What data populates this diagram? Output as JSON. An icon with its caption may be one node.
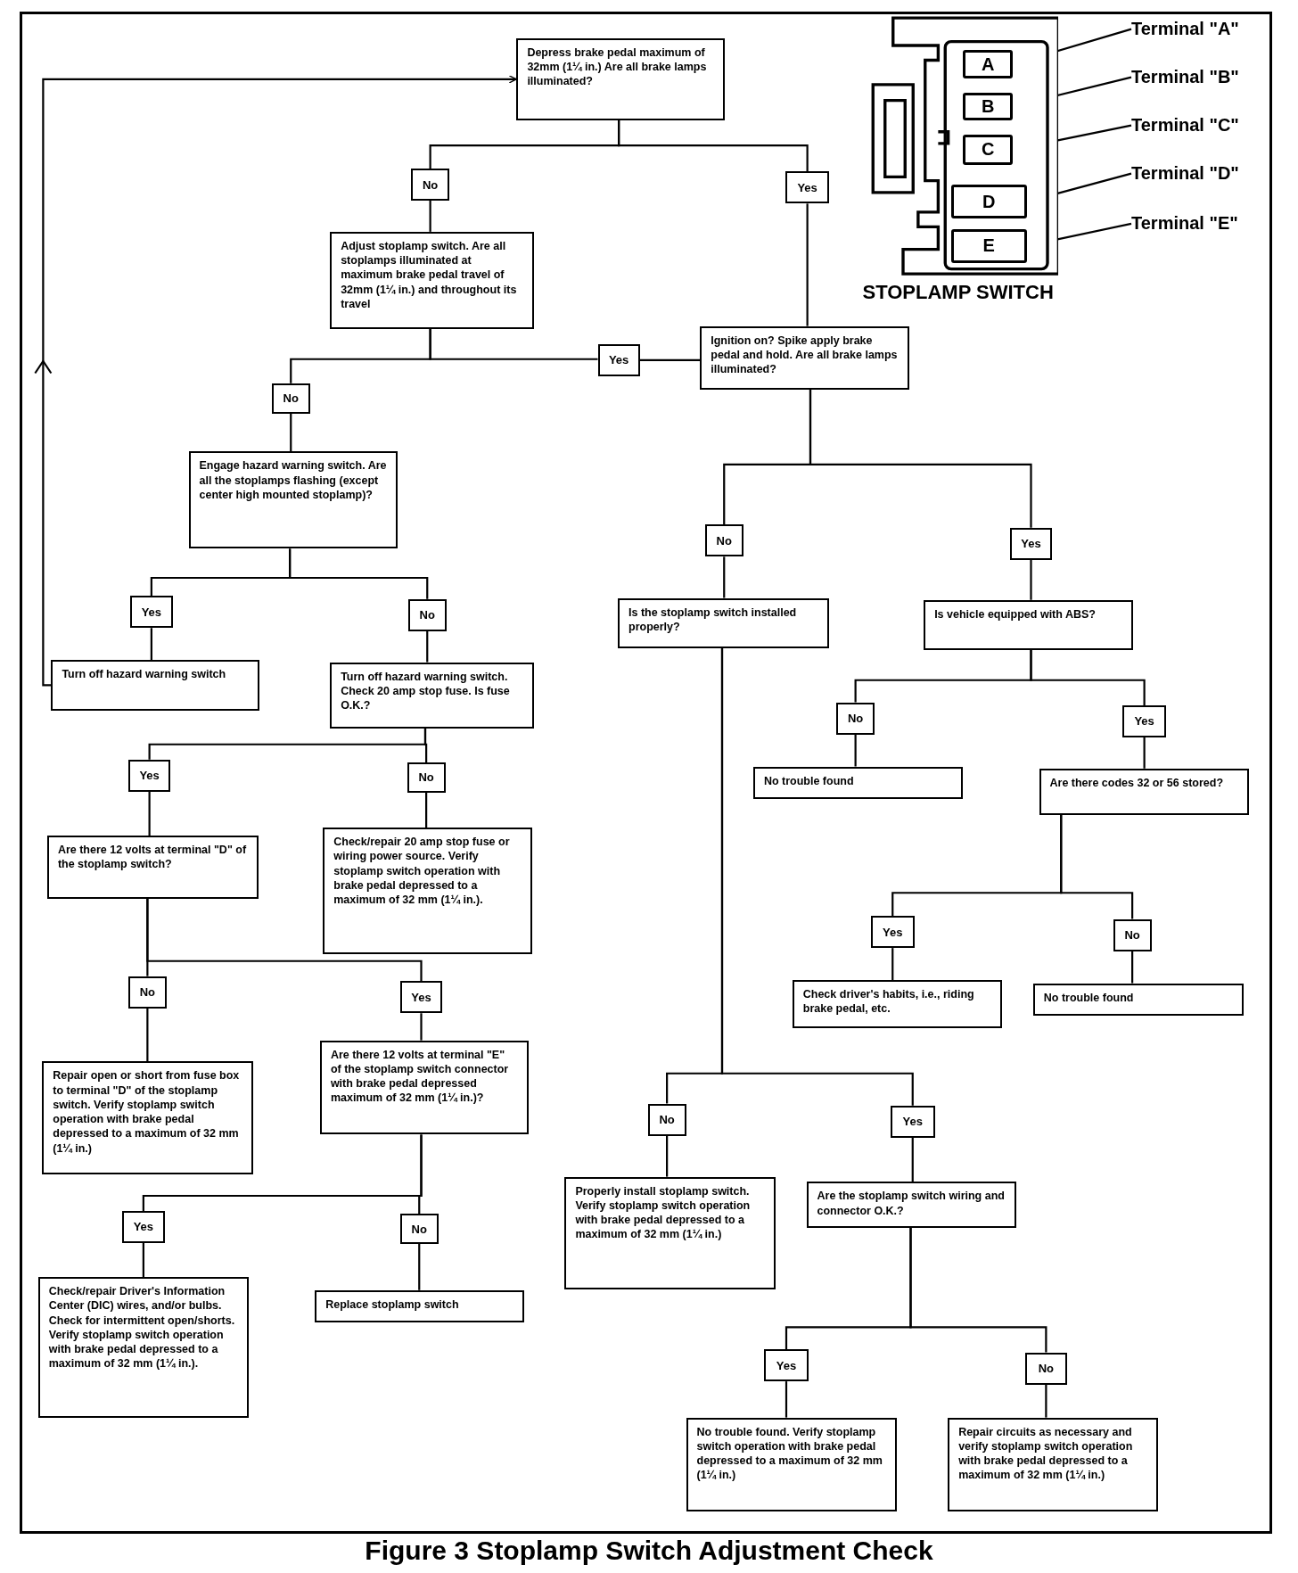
{
  "diagram": {
    "caption": "Figure 3  Stoplamp Switch Adjustment Check",
    "nodes": [
      {
        "text": [
          "Depress brake pedal maximum of 32mm (1¼ in.) Are all brake lamps illuminated?"
        ]
      },
      {
        "text": [
          "No"
        ]
      },
      {
        "text": [
          "Yes"
        ]
      },
      {
        "text": [
          "Adjust stoplamp switch. Are all stoplamps illuminated at maximum brake pedal travel of 32mm (1¼ in.) and throughout its travel"
        ]
      },
      {
        "text": [
          "Ignition on? Spike apply brake pedal and hold. Are all brake lamps illuminated?"
        ]
      },
      {
        "text": [
          "Yes"
        ]
      },
      {
        "text": [
          "No"
        ]
      },
      {
        "text": [
          "Engage hazard warning switch. Are all the stoplamps flashing (except center high mounted stoplamp)?"
        ]
      },
      {
        "text": [
          "Yes"
        ]
      },
      {
        "text": [
          "No"
        ]
      },
      {
        "text": [
          "Turn off hazard warning switch"
        ]
      },
      {
        "text": [
          "Turn off hazard warning switch. Check 20 amp stop fuse. Is fuse O.K.?"
        ]
      },
      {
        "text": [
          "Yes"
        ]
      },
      {
        "text": [
          "No"
        ]
      },
      {
        "text": [
          "Are there 12 volts at terminal \"D\" of the stoplamp switch?"
        ]
      },
      {
        "text": [
          "Check/repair 20 amp stop fuse or wiring power source. Verify stoplamp switch operation with brake pedal depressed to a maximum of 32 mm (1¼ in.)."
        ]
      },
      {
        "text": [
          "No"
        ]
      },
      {
        "text": [
          "Yes"
        ]
      },
      {
        "text": [
          "Repair open or short from fuse box to terminal \"D\" of the stoplamp switch. Verify stoplamp switch operation with brake pedal depressed to a maximum of 32 mm (1¼ in.)"
        ]
      },
      {
        "text": [
          "Are there 12 volts at terminal \"E\" of the stoplamp switch connector with brake pedal depressed maximum of 32 mm (1¼ in.)?"
        ]
      },
      {
        "text": [
          "Yes"
        ]
      },
      {
        "text": [
          "No"
        ]
      },
      {
        "text": [
          "Check/repair Driver's Information Center (DIC) wires, and/or bulbs. Check for intermittent open/shorts. Verify stoplamp switch operation with brake pedal depressed to a maximum of 32 mm (1¼ in.)."
        ]
      },
      {
        "text": [
          "Replace stoplamp switch"
        ]
      },
      {
        "text": [
          "No"
        ]
      },
      {
        "text": [
          "Yes"
        ]
      },
      {
        "text": [
          "Is the stoplamp switch installed properly?"
        ]
      },
      {
        "text": [
          "Is vehicle equipped with ABS?"
        ]
      },
      {
        "text": [
          "No"
        ]
      },
      {
        "text": [
          "Yes"
        ]
      },
      {
        "text": [
          "No trouble found"
        ]
      },
      {
        "text": [
          "Are there codes 32 or 56 stored?"
        ]
      },
      {
        "text": [
          "Yes"
        ]
      },
      {
        "text": [
          "No"
        ]
      },
      {
        "text": [
          "Check driver's habits, i.e., riding brake pedal, etc."
        ]
      },
      {
        "text": [
          "No trouble found"
        ]
      },
      {
        "text": [
          "No"
        ]
      },
      {
        "text": [
          "Yes"
        ]
      },
      {
        "text": [
          "Properly install stoplamp switch. Verify stoplamp switch operation with brake pedal depressed to a maximum of 32 mm (1¼ in.)"
        ]
      },
      {
        "text": [
          "Are the stoplamp switch wiring and connector O.K.?"
        ]
      },
      {
        "text": [
          "Yes"
        ]
      },
      {
        "text": [
          "No"
        ]
      },
      {
        "text": [
          "No trouble found. Verify stoplamp switch operation with brake pedal depressed to a maximum of 32 mm (1¼ in.)"
        ]
      },
      {
        "text": [
          "Repair circuits as necessary and verify stoplamp switch operation with brake pedal depressed to a maximum of 32 mm (1¼ in.)"
        ]
      },
      {
        "text": [],
        "shape": "picture",
        "beside": [
          "STOPLAMP SWITCH"
        ]
      },
      {
        "text": [
          "A"
        ],
        "in": 44
      },
      {
        "text": [
          "B"
        ],
        "in": 44
      },
      {
        "text": [
          "C"
        ],
        "in": 44
      },
      {
        "text": [
          "D"
        ],
        "in": 44
      },
      {
        "text": [
          "E"
        ],
        "in": 44
      },
      {
        "text": [
          "Terminal \"A\""
        ]
      },
      {
        "text": [
          "Terminal \"B\""
        ]
      },
      {
        "text": [
          "Terminal \"C\""
        ]
      },
      {
        "text": [
          "Terminal \"D\""
        ]
      },
      {
        "text": [
          "Terminal \"E\""
        ]
      }
    ],
    "edges": [
      {
        "from": 0,
        "to": 1,
        "arrow": "none"
      },
      {
        "from": 1,
        "to": 3,
        "arrow": "none"
      },
      {
        "from": 0,
        "to": 2,
        "arrow": "none"
      },
      {
        "from": 2,
        "to": 4,
        "arrow": "none"
      },
      {
        "from": 3,
        "to": 5,
        "arrow": "none"
      },
      {
        "from": 5,
        "to": 4,
        "arrow": "none"
      },
      {
        "from": 3,
        "to": 6,
        "arrow": "none"
      },
      {
        "from": 6,
        "to": 7,
        "arrow": "none"
      },
      {
        "from": 7,
        "to": 8,
        "arrow": "none"
      },
      {
        "from": 8,
        "to": 10,
        "arrow": "none"
      },
      {
        "from": 7,
        "to": 9,
        "arrow": "none"
      },
      {
        "from": 9,
        "to": 11,
        "arrow": "none"
      },
      {
        "from": 10,
        "to": 0,
        "arrow": "to"
      },
      {
        "from": 11,
        "to": 12,
        "arrow": "none"
      },
      {
        "from": 12,
        "to": 14,
        "arrow": "none"
      },
      {
        "from": 11,
        "to": 13,
        "arrow": "none"
      },
      {
        "from": 13,
        "to": 15,
        "arrow": "none"
      },
      {
        "from": 14,
        "to": 16,
        "arrow": "none"
      },
      {
        "from": 16,
        "to": 18,
        "arrow": "none"
      },
      {
        "from": 14,
        "to": 17,
        "arrow": "none"
      },
      {
        "from": 17,
        "to": 19,
        "arrow": "none"
      },
      {
        "from": 19,
        "to": 20,
        "arrow": "none"
      },
      {
        "from": 20,
        "to": 22,
        "arrow": "none"
      },
      {
        "from": 19,
        "to": 21,
        "arrow": "none"
      },
      {
        "from": 21,
        "to": 23,
        "arrow": "none"
      },
      {
        "from": 4,
        "to": 24,
        "arrow": "none"
      },
      {
        "from": 24,
        "to": 26,
        "arrow": "none"
      },
      {
        "from": 4,
        "to": 25,
        "arrow": "none"
      },
      {
        "from": 25,
        "to": 27,
        "arrow": "none"
      },
      {
        "from": 27,
        "to": 28,
        "arrow": "none"
      },
      {
        "from": 28,
        "to": 30,
        "arrow": "none"
      },
      {
        "from": 27,
        "to": 29,
        "arrow": "none"
      },
      {
        "from": 29,
        "to": 31,
        "arrow": "none"
      },
      {
        "from": 31,
        "to": 32,
        "arrow": "none"
      },
      {
        "from": 32,
        "to": 34,
        "arrow": "none"
      },
      {
        "from": 31,
        "to": 33,
        "arrow": "none"
      },
      {
        "from": 33,
        "to": 35,
        "arrow": "none"
      },
      {
        "from": 26,
        "to": 36,
        "arrow": "none"
      },
      {
        "from": 36,
        "to": 38,
        "arrow": "none"
      },
      {
        "from": 26,
        "to": 37,
        "arrow": "none"
      },
      {
        "from": 37,
        "to": 39,
        "arrow": "none"
      },
      {
        "from": 39,
        "to": 40,
        "arrow": "none"
      },
      {
        "from": 40,
        "to": 42,
        "arrow": "none"
      },
      {
        "from": 39,
        "to": 41,
        "arrow": "none"
      },
      {
        "from": 41,
        "to": 43,
        "arrow": "none"
      },
      {
        "from": 50,
        "to": 45,
        "arrow": "to"
      },
      {
        "from": 51,
        "to": 46,
        "arrow": "to"
      },
      {
        "from": 52,
        "to": 47,
        "arrow": "to"
      },
      {
        "from": 53,
        "to": 48,
        "arrow": "to"
      },
      {
        "from": 54,
        "to": 49,
        "arrow": "to"
      }
    ]
  }
}
